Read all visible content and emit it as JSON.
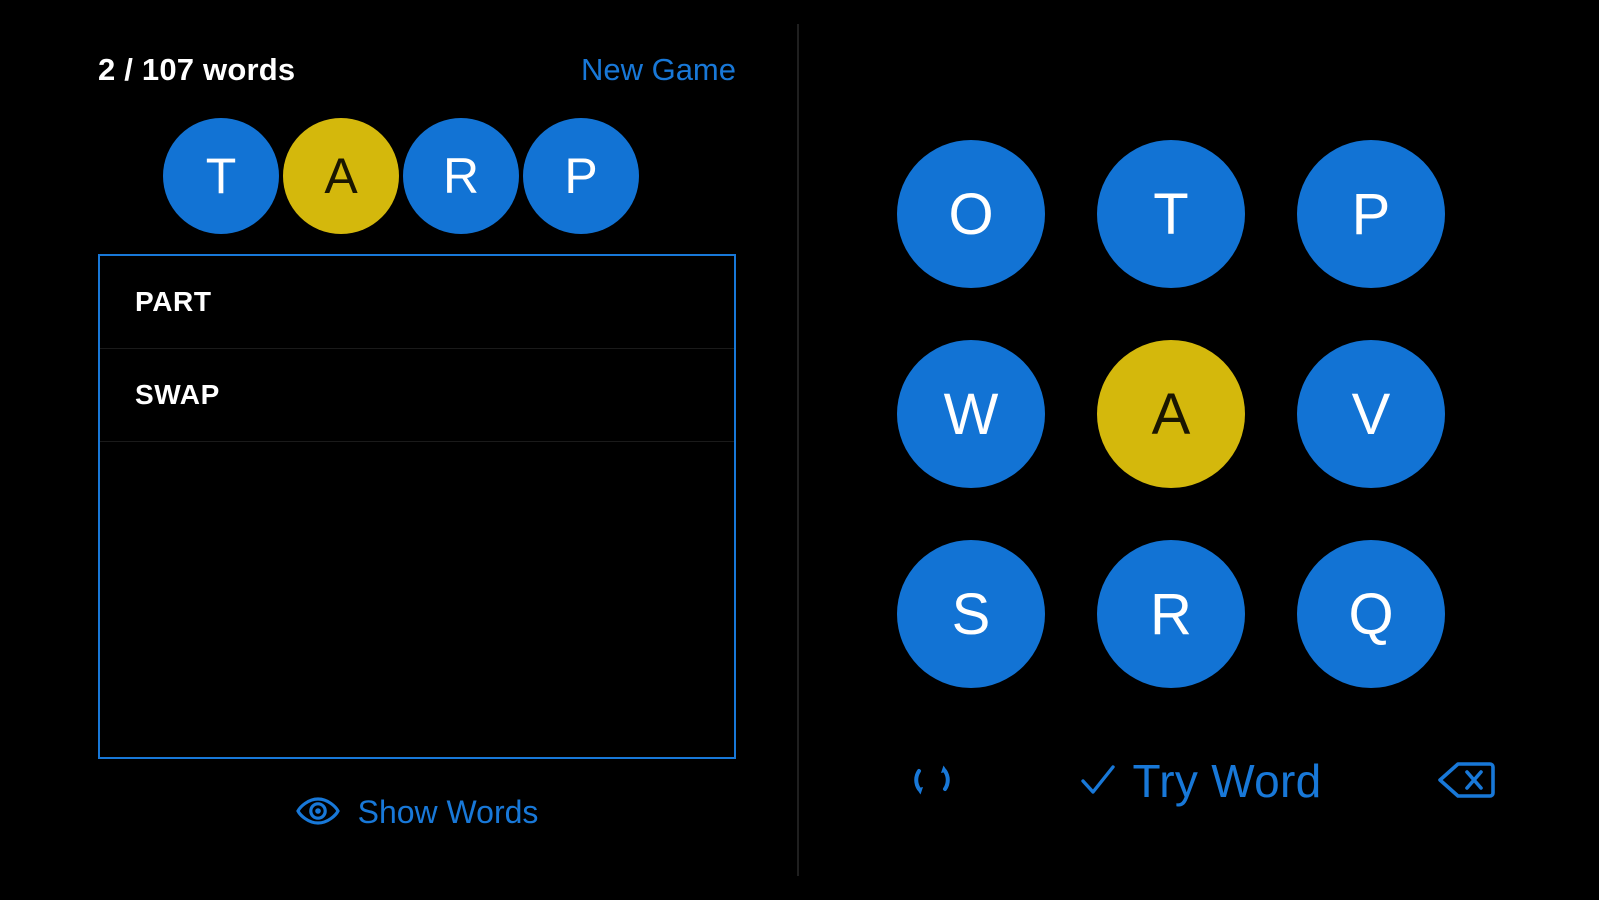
{
  "theme": {
    "background": "#000000",
    "accent_blue": "#1878d8",
    "tile_blue": "#1273d4",
    "tile_gold": "#d4b80c",
    "text_white": "#ffffff",
    "divider": "#1f1f1f"
  },
  "left_panel": {
    "status": {
      "found_count": 2,
      "total_count": 107,
      "word_count_label": "2 / 107 words"
    },
    "new_game_label": "New Game",
    "current_word": {
      "letters": [
        {
          "char": "T",
          "state": "normal"
        },
        {
          "char": "A",
          "state": "selected"
        },
        {
          "char": "R",
          "state": "normal"
        },
        {
          "char": "P",
          "state": "normal"
        }
      ],
      "assembled": "TARP"
    },
    "found_words": [
      "PART",
      "SWAP"
    ],
    "show_words": {
      "label": "Show Words",
      "icon": "eye-icon"
    }
  },
  "right_panel": {
    "letter_grid": {
      "rows": [
        [
          {
            "char": "O",
            "state": "normal"
          },
          {
            "char": "T",
            "state": "normal"
          },
          {
            "char": "P",
            "state": "normal"
          }
        ],
        [
          {
            "char": "W",
            "state": "normal"
          },
          {
            "char": "A",
            "state": "selected"
          },
          {
            "char": "V",
            "state": "normal"
          }
        ],
        [
          {
            "char": "S",
            "state": "normal"
          },
          {
            "char": "R",
            "state": "normal"
          },
          {
            "char": "Q",
            "state": "normal"
          }
        ]
      ]
    },
    "actions": {
      "shuffle": {
        "icon": "refresh-icon",
        "label": ""
      },
      "try_word": {
        "icon": "check-icon",
        "label": "Try Word"
      },
      "backspace": {
        "icon": "backspace-icon",
        "label": ""
      }
    }
  }
}
